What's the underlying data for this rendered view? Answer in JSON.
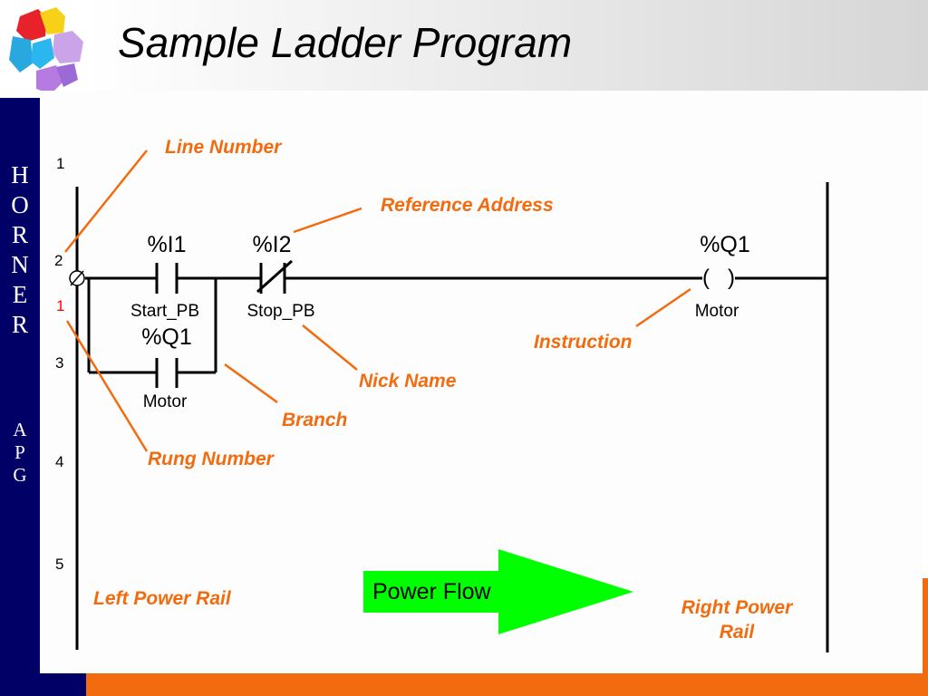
{
  "slide": {
    "title": "Sample Ladder Program",
    "brand_letters": [
      "H",
      "O",
      "R",
      "N",
      "E",
      "R"
    ],
    "sub_letters": [
      "A",
      "P",
      "G"
    ],
    "logo_icon": "colored-cube-puzzle-icon"
  },
  "colors": {
    "navy": "#000066",
    "orange": "#f26b0f",
    "callout": "#f26b0f",
    "power_flow_arrow": "#00ff00",
    "rung_number_highlight": "#ff0000"
  },
  "diagram": {
    "line_numbers": [
      "1",
      "2",
      "3",
      "4",
      "5"
    ],
    "rung_number": "1",
    "contacts": {
      "i1": {
        "address": "%I1",
        "nickname": "Start_PB"
      },
      "i2": {
        "address": "%I2",
        "nickname": "Stop_PB"
      },
      "q1_branch": {
        "address": "%Q1",
        "nickname": "Motor"
      }
    },
    "coil": {
      "address": "%Q1",
      "symbol": "(   )",
      "nickname": "Motor"
    },
    "callouts": {
      "line_number": "Line Number",
      "reference_address": "Reference Address",
      "instruction": "Instruction",
      "nick_name": "Nick Name",
      "branch": "Branch",
      "rung_number": "Rung Number",
      "left_power_rail": "Left Power Rail",
      "right_power_rail_1": "Right Power",
      "right_power_rail_2": "Rail"
    },
    "power_flow_label": "Power Flow",
    "rung_origin_symbol": "∅"
  }
}
